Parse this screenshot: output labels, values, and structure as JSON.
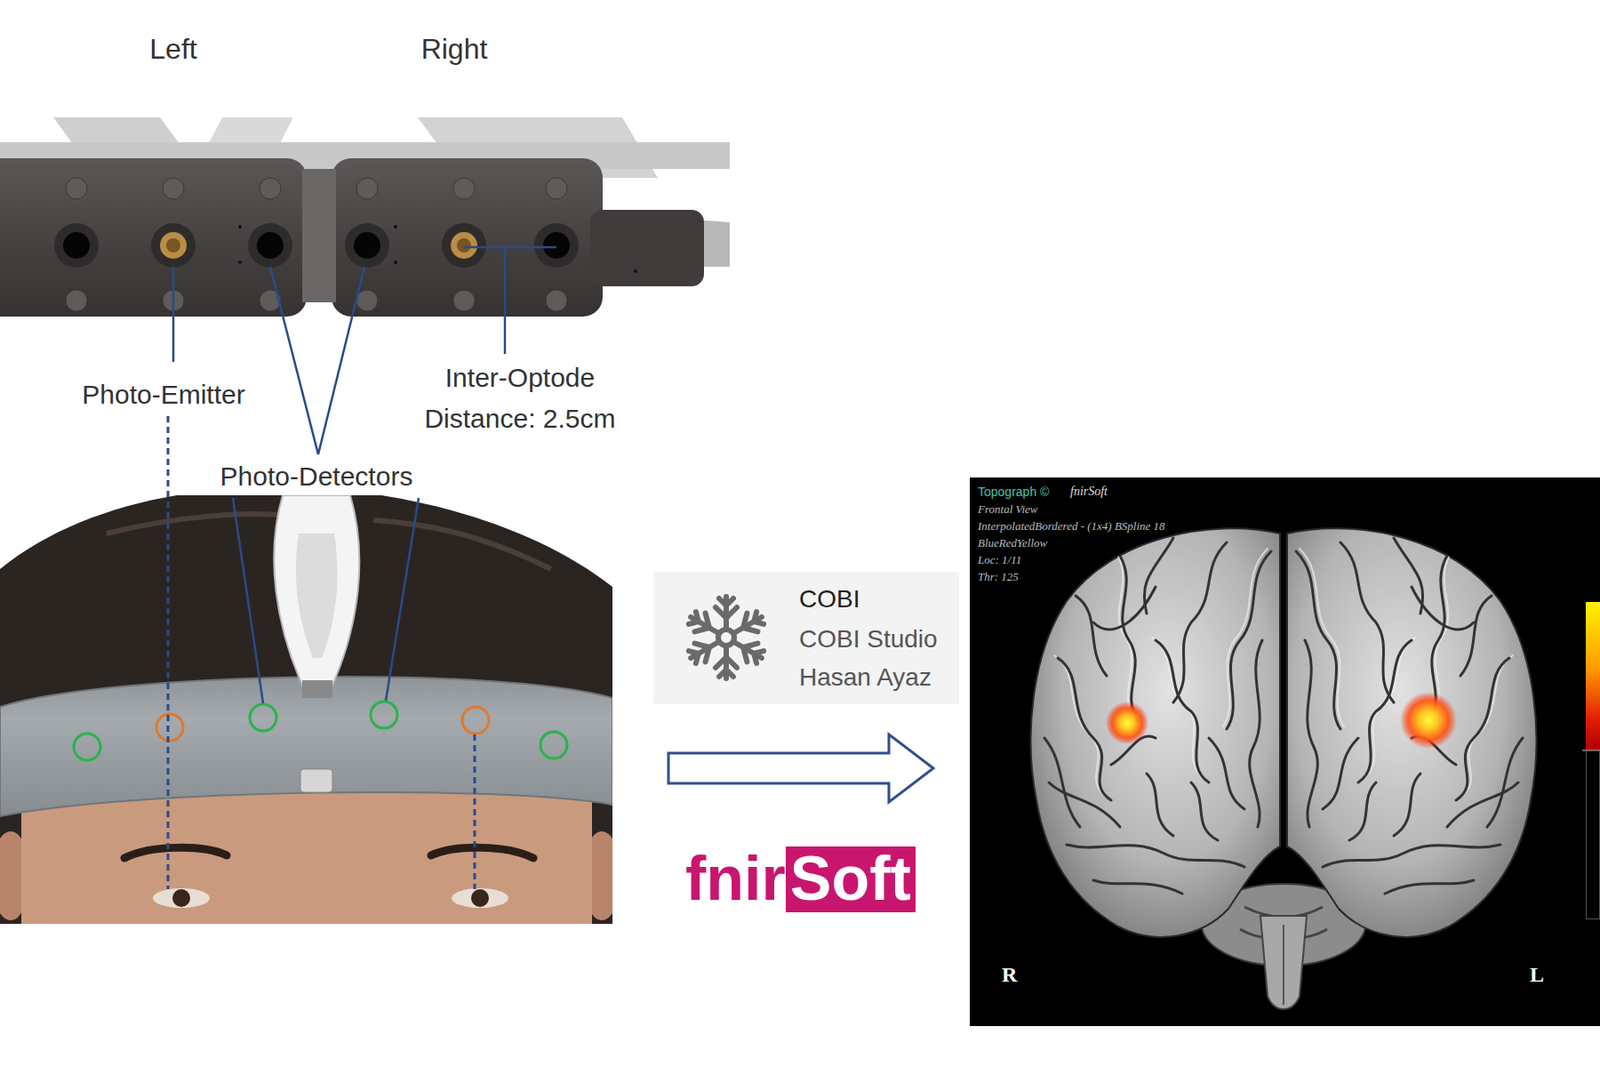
{
  "diagram": {
    "nodes": [
      {
        "text": [
          "Topograph ©",
          "fnirSoft",
          "Frontal View",
          "InterpolatedBordered - (1x4) BSpline 18",
          "BlueRedYellow",
          "Loc: 1/11",
          "Thr: 125",
          "R",
          "L"
        ]
      },
      {
        "text": [
          "fnir",
          "Soft"
        ]
      }
    ],
    "labels": [
      "Left",
      "Right",
      "Photo-Emitter",
      "Inter-Optode Distance: 2.5cm",
      "Photo-Detectors",
      "COBI",
      "COBI Studio",
      "Hasan Ayaz"
    ]
  }
}
